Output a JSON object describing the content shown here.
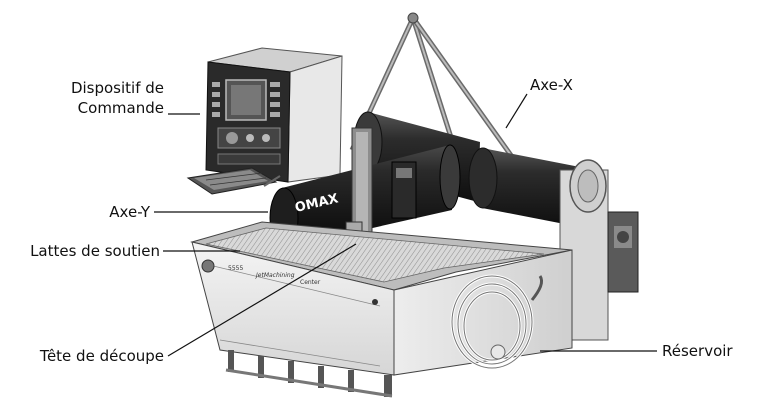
{
  "labels": {
    "controller_line1": "Dispositif de",
    "controller_line2": "Commande",
    "axis_x": "Axe-X",
    "axis_y": "Axe-Y",
    "slats": "Lattes de soutien",
    "cutting_head": "Tête de découpe",
    "tank": "Réservoir"
  },
  "branding": {
    "bridge_logo": "OMAX",
    "tank_model": "5555",
    "tank_name": "JetMachining",
    "tank_suffix": "Center"
  },
  "colors": {
    "line": "#111111",
    "tube": "#1c1c1c",
    "metal_light": "#e6e6e6",
    "metal_mid": "#bdbdbd",
    "metal_dark": "#7a7a7a"
  }
}
